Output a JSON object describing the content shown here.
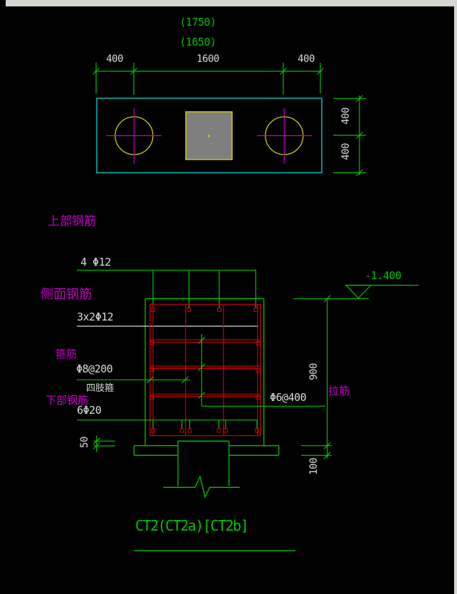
{
  "window": {
    "scrollbar_color": "#d5d5d1"
  },
  "colors": {
    "background": "#000000",
    "green": "#00c400",
    "white_text": "#dcdcdc",
    "magenta": "#c800c8",
    "red": "#cd0000",
    "cyan": "#00bebe",
    "yellow": "#cdcd00",
    "pad_fill": "#7f7f7f"
  },
  "plan_view": {
    "overall_dim_outer": "(1750)",
    "overall_dim_inner": "(1650)",
    "top_dims": [
      "400",
      "1600",
      "400"
    ],
    "right_dims": [
      "400",
      "400"
    ]
  },
  "section_view": {
    "elevation": "-1.400",
    "top_rebar_label": "上部钢筋",
    "top_rebar_spec": "4 Φ12",
    "side_rebar_label": "侧面钢筋",
    "side_rebar_spec": "3x2Φ12",
    "stirrup_label": "箍筋",
    "stirrup_spec": "Φ8@200",
    "stirrup_legs_note": "四肢箍",
    "bottom_rebar_label": "下部钢筋",
    "bottom_rebar_spec": "6Φ20",
    "tie_bar_spec": "Φ6@400",
    "tie_bar_label": "拉筋",
    "height_dim": "900",
    "slab_dim": "100",
    "cover_dim": "50"
  },
  "title": "CT2(CT2a)[CT2b]"
}
